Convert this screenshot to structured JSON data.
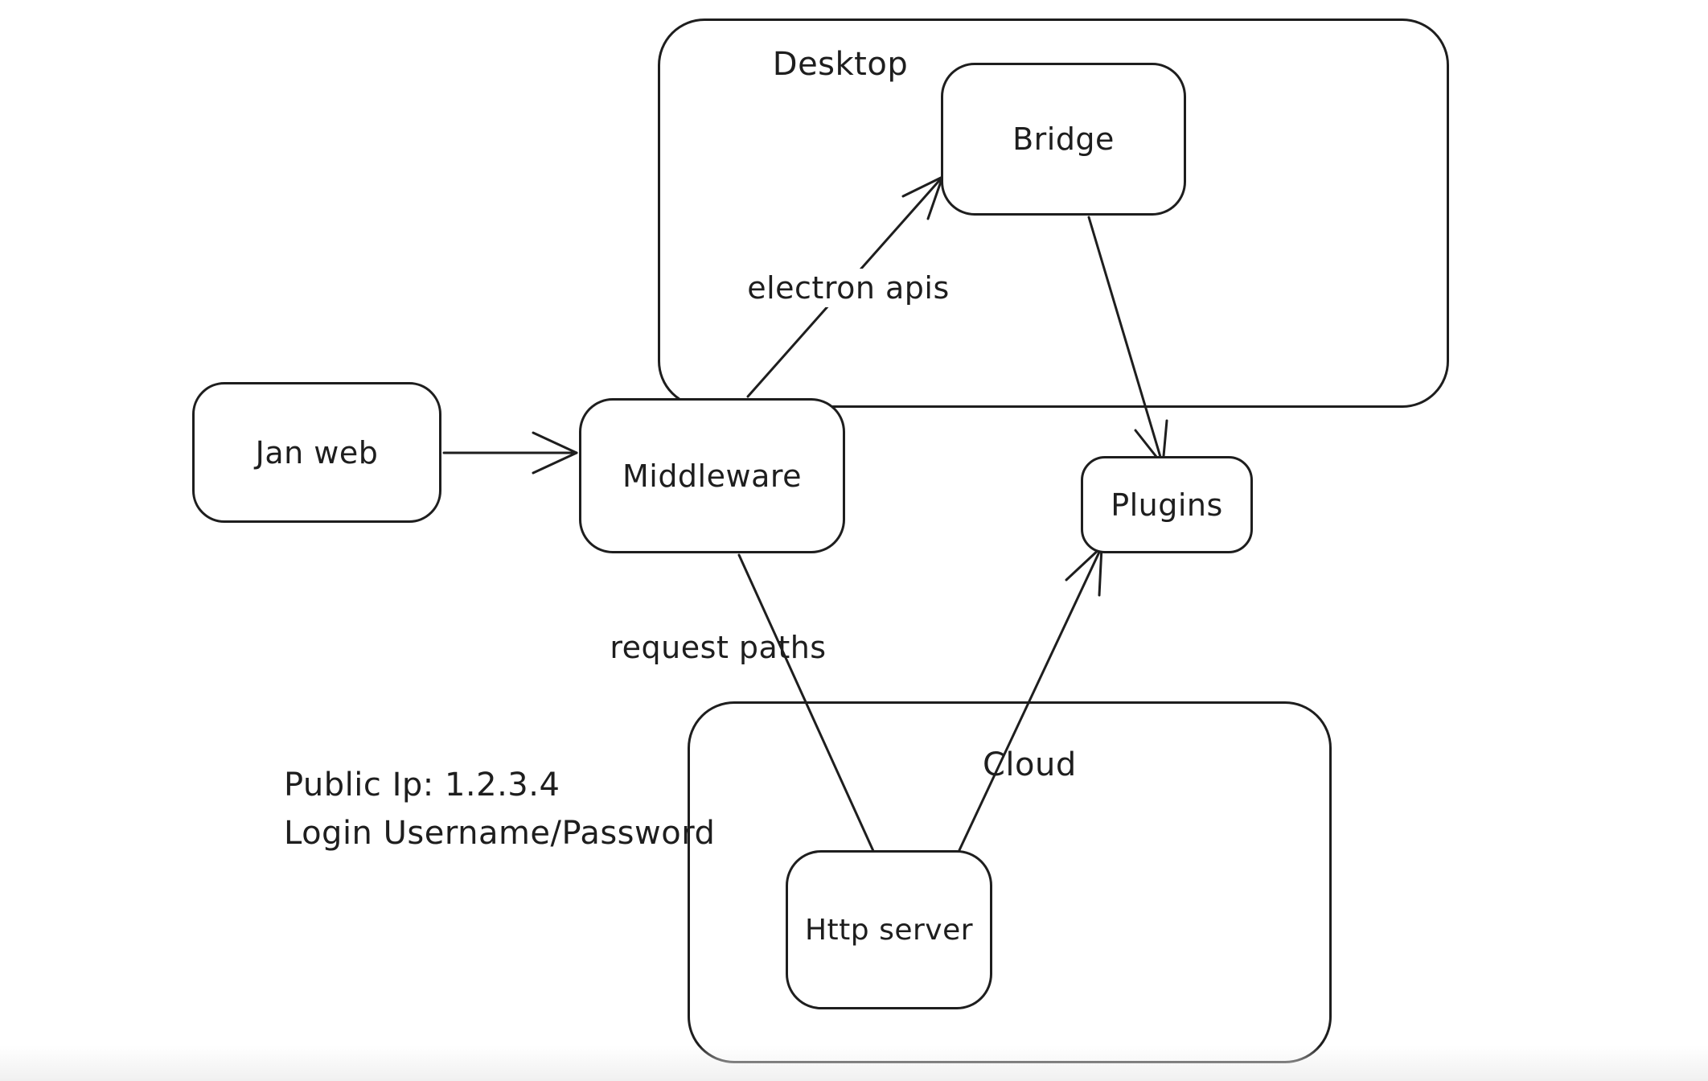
{
  "diagram": {
    "type": "flowchart",
    "style": "hand-drawn",
    "stroke_color": "#1e1e1e",
    "background_color": "#ffffff",
    "containers": [
      {
        "id": "desktop",
        "label": "Desktop"
      },
      {
        "id": "cloud",
        "label": "Cloud"
      }
    ],
    "nodes": [
      {
        "id": "jan-web",
        "label": "Jan web",
        "container": null
      },
      {
        "id": "middleware",
        "label": "Middleware",
        "container": null
      },
      {
        "id": "bridge",
        "label": "Bridge",
        "container": "desktop"
      },
      {
        "id": "plugins",
        "label": "Plugins",
        "container": null
      },
      {
        "id": "http-server",
        "label": "Http server",
        "container": "cloud"
      }
    ],
    "edges": [
      {
        "from": "jan-web",
        "to": "middleware",
        "label": "",
        "arrowhead": "end"
      },
      {
        "from": "middleware",
        "to": "bridge",
        "label": "electron apis",
        "arrowhead": "end"
      },
      {
        "from": "bridge",
        "to": "plugins",
        "label": "",
        "arrowhead": "end"
      },
      {
        "from": "middleware",
        "to": "http-server",
        "label": "request paths",
        "arrowhead": "none"
      },
      {
        "from": "http-server",
        "to": "plugins",
        "label": "",
        "arrowhead": "end"
      }
    ],
    "annotations": [
      {
        "id": "public-ip-note",
        "lines": [
          "Public Ip: 1.2.3.4",
          "Login Username/Password"
        ]
      }
    ]
  }
}
